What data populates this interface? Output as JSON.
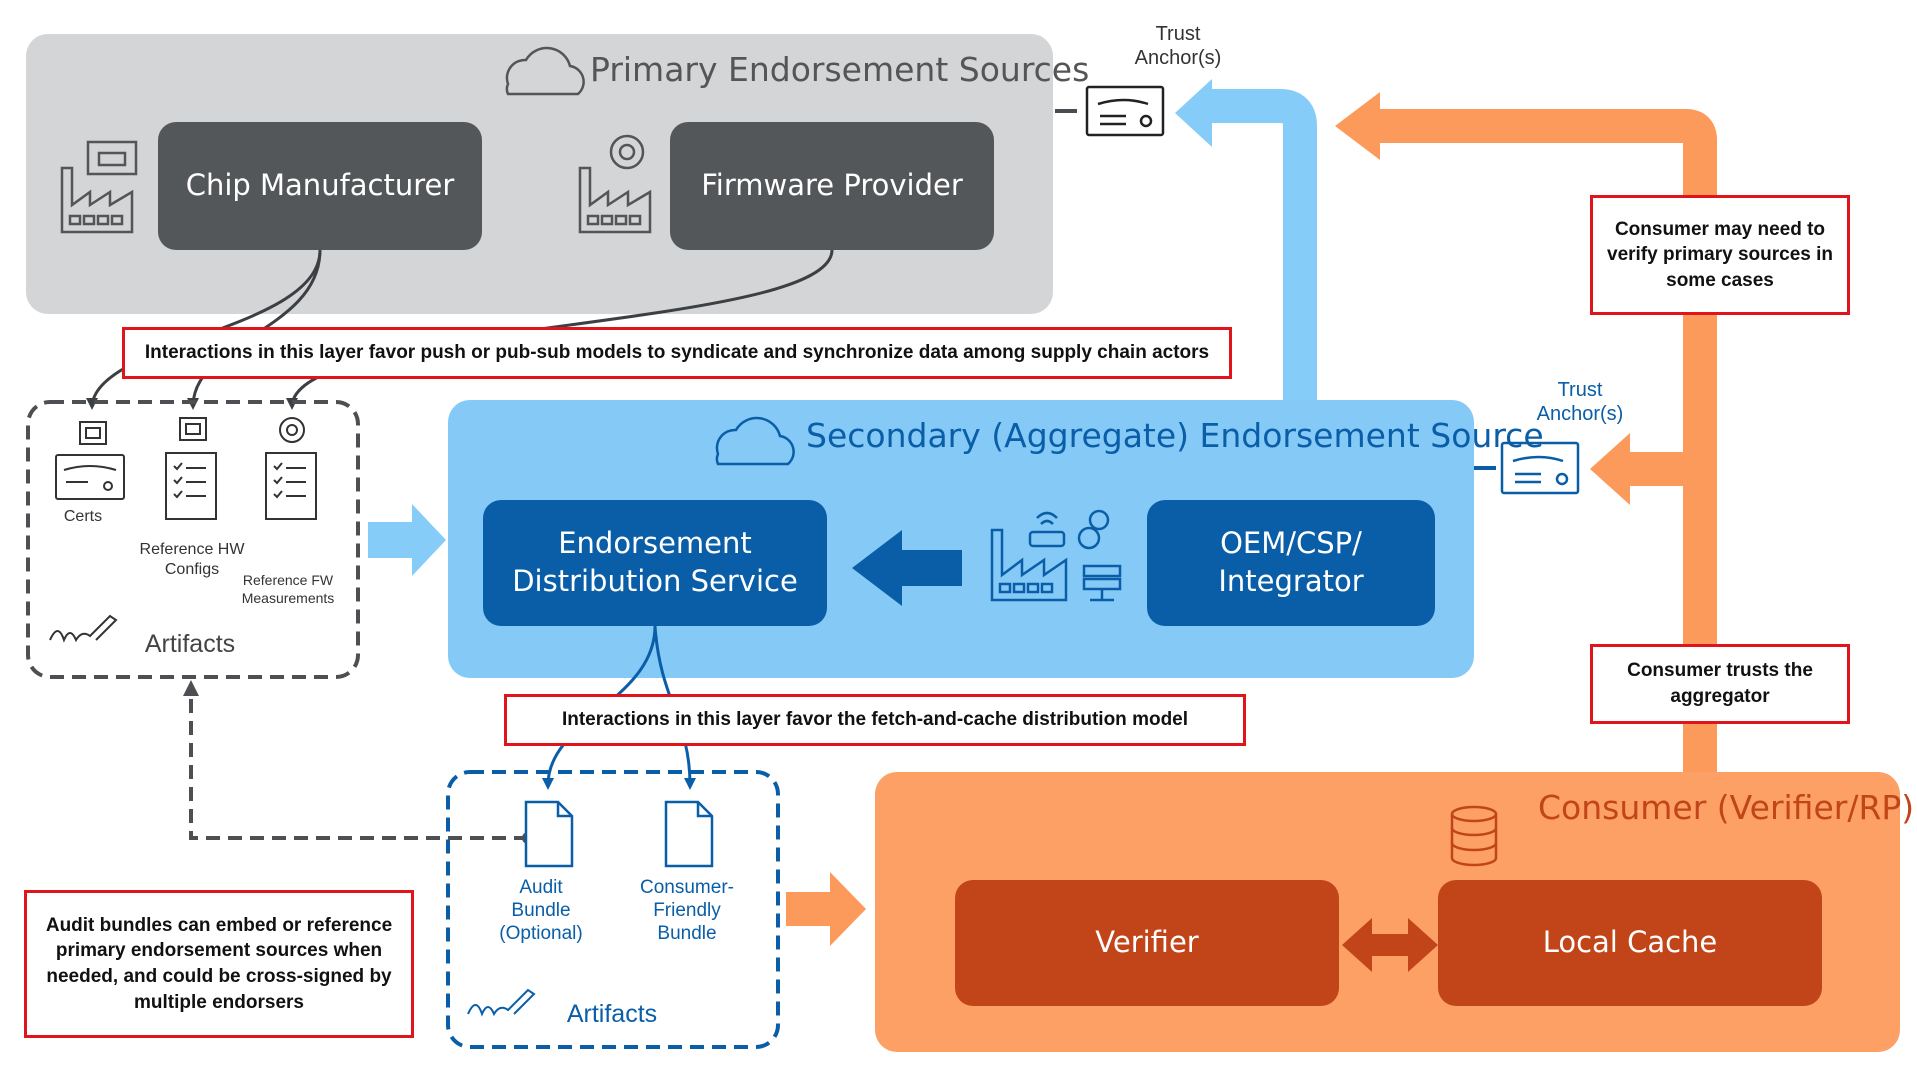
{
  "primary": {
    "title": "Primary Endorsement Sources",
    "chip_manufacturer": "Chip Manufacturer",
    "firmware_provider": "Firmware Provider"
  },
  "trust_anchor_top": "Trust Anchor(s)",
  "trust_anchor_right": "Trust Anchor(s)",
  "callout_push": "Interactions in this layer favor push or pub-sub models to syndicate and synchronize data among supply chain actors",
  "callout_verify": "Consumer may need to verify primary sources in some cases",
  "callout_trusts": "Consumer trusts the aggregator",
  "callout_fetch": "Interactions in this layer favor the fetch-and-cache distribution model",
  "callout_audit": "Audit bundles can embed or reference primary endorsement sources when needed, and could be cross-signed by multiple endorsers",
  "artifacts_left": {
    "certs": "Certs",
    "ref_hw": "Reference HW Configs",
    "ref_fw": "Reference FW Measurements",
    "title": "Artifacts"
  },
  "secondary": {
    "title": "Secondary (Aggregate) Endorsement Source",
    "eds_line1": "Endorsement",
    "eds_line2": "Distribution Service",
    "oem_line1": "OEM/CSP/",
    "oem_line2": "Integrator"
  },
  "artifacts_bottom": {
    "audit": "Audit Bundle (Optional)",
    "consumer_bundle": "Consumer-Friendly Bundle",
    "title": "Artifacts"
  },
  "consumer": {
    "title": "Consumer (Verifier/RP)",
    "verifier": "Verifier",
    "local_cache": "Local Cache"
  },
  "colors": {
    "primary_bg": "#d4d5d7",
    "dark_node": "#545759",
    "secondary_bg": "#85c9f7",
    "blue_node": "#0a5ea8",
    "consumer_bg": "#fca066",
    "orange_node": "#c2451a",
    "callout_border": "#e0141a",
    "orange_arrow": "#fc9a5b",
    "blue_arrow": "#86ccf9"
  }
}
